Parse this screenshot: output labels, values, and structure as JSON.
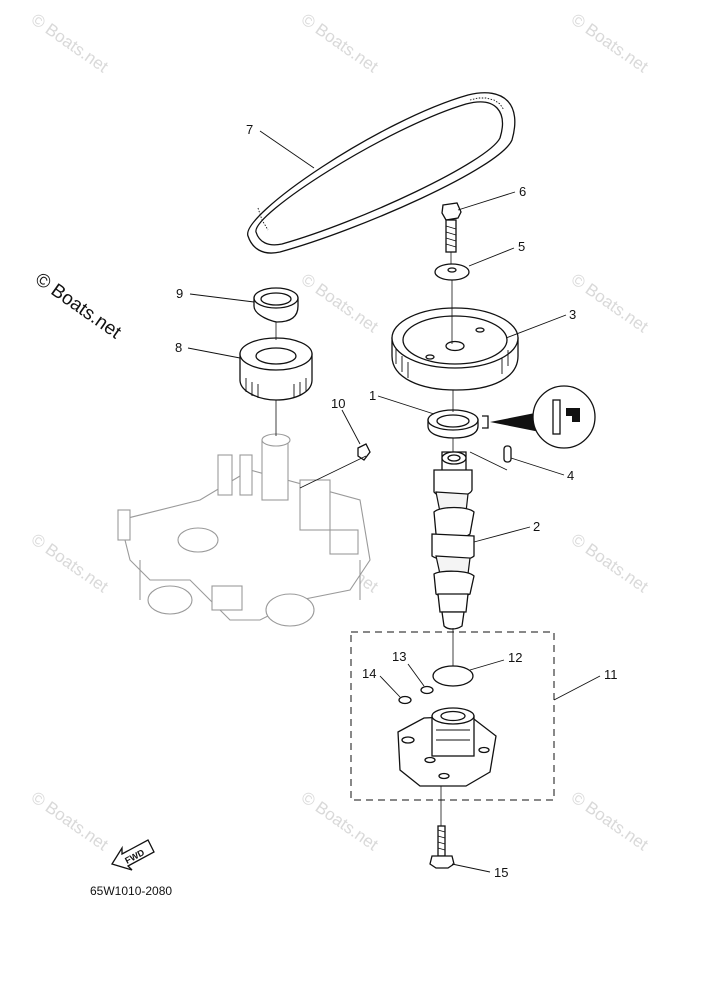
{
  "diagram": {
    "drawing_code": "65W1010-2080",
    "copyright": "© Boats.net",
    "watermark_text": "© Boats.net",
    "fwd_label": "FWD",
    "callouts": [
      "1",
      "2",
      "3",
      "4",
      "5",
      "6",
      "7",
      "8",
      "9",
      "10",
      "11",
      "12",
      "13",
      "14",
      "15"
    ]
  }
}
